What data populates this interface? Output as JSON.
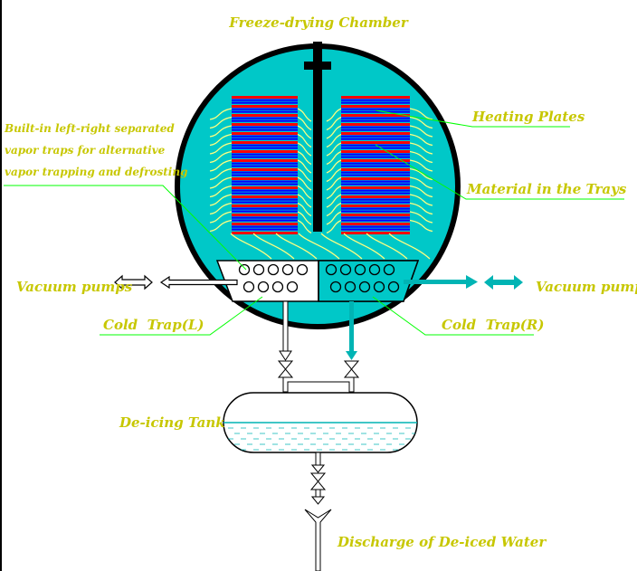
{
  "labels": {
    "chamber": "Freeze-drying Chamber",
    "heating_plates": "Heating Plates",
    "material": "Material in the Trays",
    "traps_line1": "Built-in left-right separated",
    "traps_line2": "vapor traps for alternative",
    "traps_line3": "vapor trapping and defrosting",
    "vacuum_left": "Vacuum pumps",
    "vacuum_right": "Vacuum pumps",
    "cold_trap_left": "Cold  Trap(L)",
    "cold_trap_right": "Cold  Trap(R)",
    "deicing_tank": "De-icing Tank",
    "discharge": "Discharge of De-iced Water"
  },
  "colors": {
    "chamber_fill": "#00c8c8",
    "label_text": "#c7c700",
    "leader_line": "#00ff00",
    "plate_red": "#ff0000",
    "tray_blue": "#0000ff",
    "vapor_curve": "#ffff80",
    "right_flow": "#00b4b4",
    "tank_water": "#00b4b4"
  }
}
